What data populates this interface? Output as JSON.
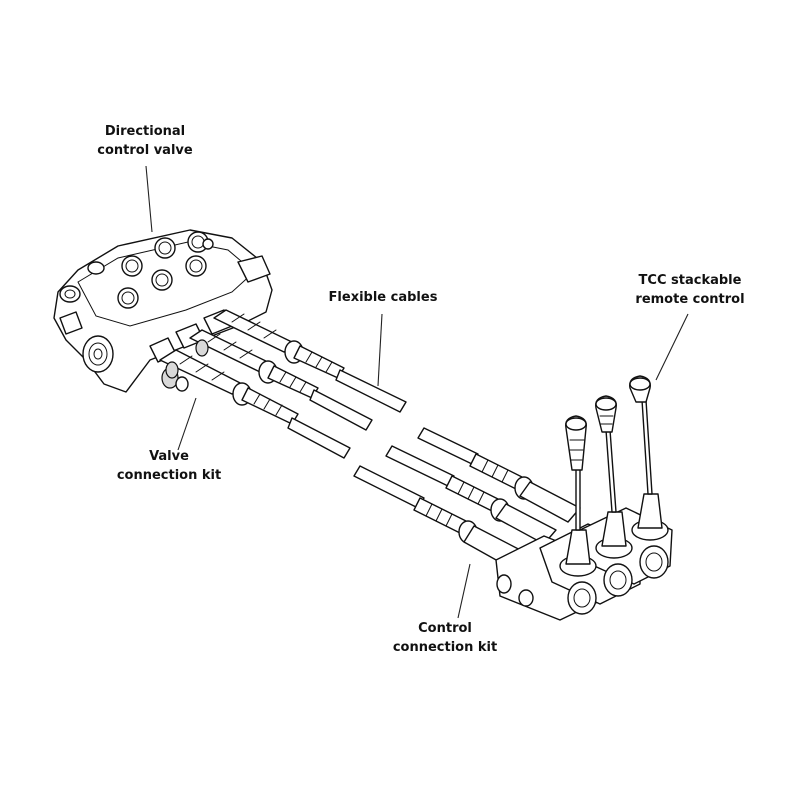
{
  "labels": {
    "directional_valve": {
      "line1": "Directional",
      "line2": "control valve"
    },
    "flexible_cables": {
      "line1": "Flexible cables"
    },
    "tcc_remote": {
      "line1": "TCC stackable",
      "line2": "remote control"
    },
    "valve_kit": {
      "line1": "Valve",
      "line2": "connection kit"
    },
    "control_kit": {
      "line1": "Control",
      "line2": "connection kit"
    }
  },
  "colors": {
    "line": "#111111",
    "fill": "#ffffff",
    "shade": "#d9d9d9"
  }
}
